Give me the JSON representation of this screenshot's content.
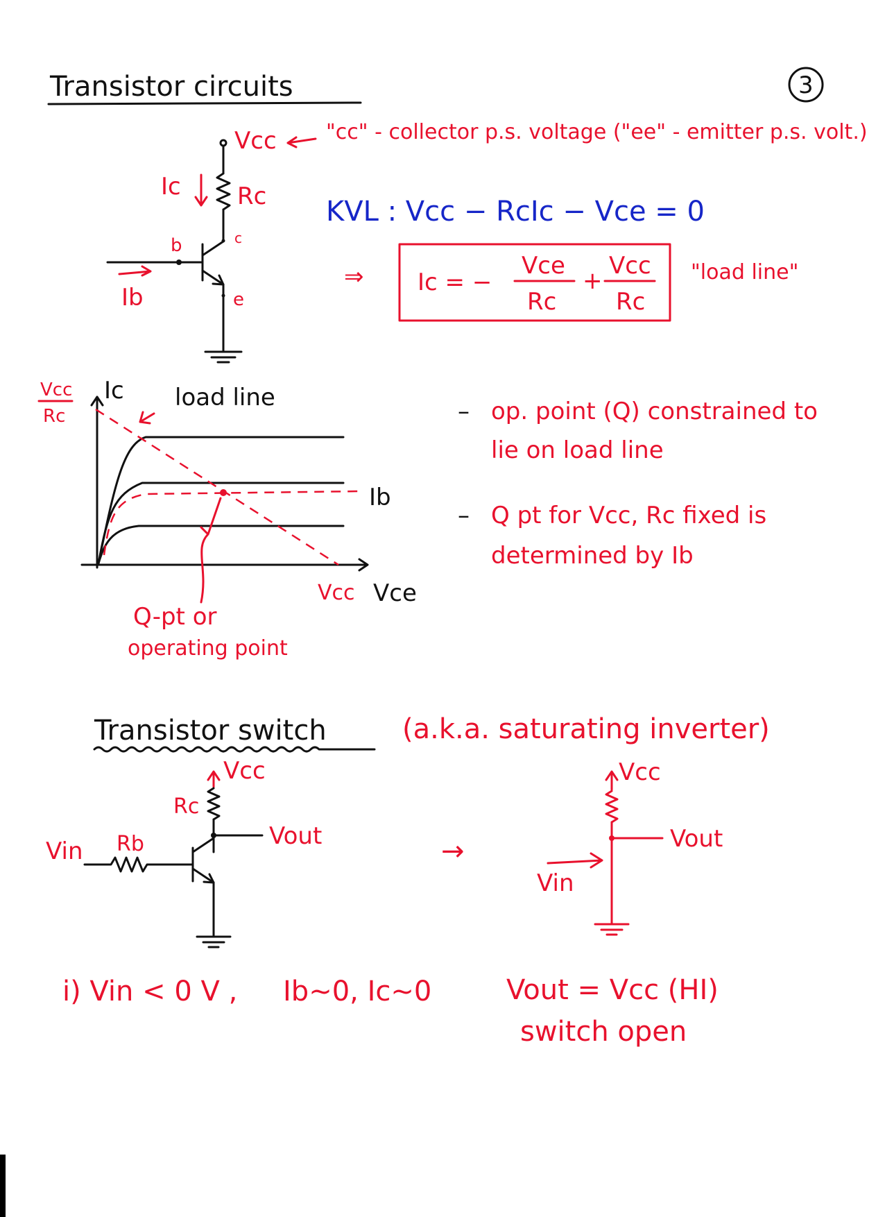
{
  "page": {
    "title": "Transistor circuits",
    "page_number": "3"
  },
  "circuit1": {
    "vcc": "Vcc",
    "vcc_note": "\"cc\" - collector p.s. voltage (\"ee\" - emitter p.s. volt.)",
    "ic": "Ic",
    "rc": "Rc",
    "node_b": "b",
    "node_c": "c",
    "node_e": "e",
    "ib": "Ib"
  },
  "kvl": {
    "equation": "KVL : Vcc − RcIc − Vce = 0",
    "implies": "⇒",
    "lhs": "Ic = −",
    "num1": "Vce",
    "den1": "Rc",
    "plus": "+",
    "num2": "Vcc",
    "den2": "Rc",
    "tag": "\"load line\""
  },
  "graph": {
    "y_top_num": "Vcc",
    "y_top_den": "Rc",
    "y_axis": "Ic",
    "load_line": "load line",
    "ib": "Ib",
    "x_intercept": "Vcc",
    "x_axis": "Vce",
    "qpt_line1": "Q-pt or",
    "qpt_line2": "operating point"
  },
  "notes": {
    "note1_line1": "op. point (Q) constrained to",
    "note1_line2": "lie on load line",
    "note2_line1": "Q pt for Vcc, Rc fixed is",
    "note2_line2": "determined by Ib"
  },
  "switch": {
    "title": "Transistor switch",
    "aka": "(a.k.a. saturating inverter)",
    "vcc_left": "Vcc",
    "rc": "Rc",
    "vout_left": "Vout",
    "vin_left": "Vin",
    "rb": "Rb",
    "arrow": "→",
    "vcc_right": "Vcc",
    "vout_right": "Vout",
    "vin_right": "Vin"
  },
  "case1": {
    "cond": "i) Vin < 0 V ,",
    "currents": "Ib~0, Ic~0",
    "result": "Vout = Vcc (HI)",
    "result2": "switch open"
  },
  "colors": {
    "ink_black": "#111111",
    "ink_red": "#e8112d",
    "ink_blue": "#1626c8"
  }
}
